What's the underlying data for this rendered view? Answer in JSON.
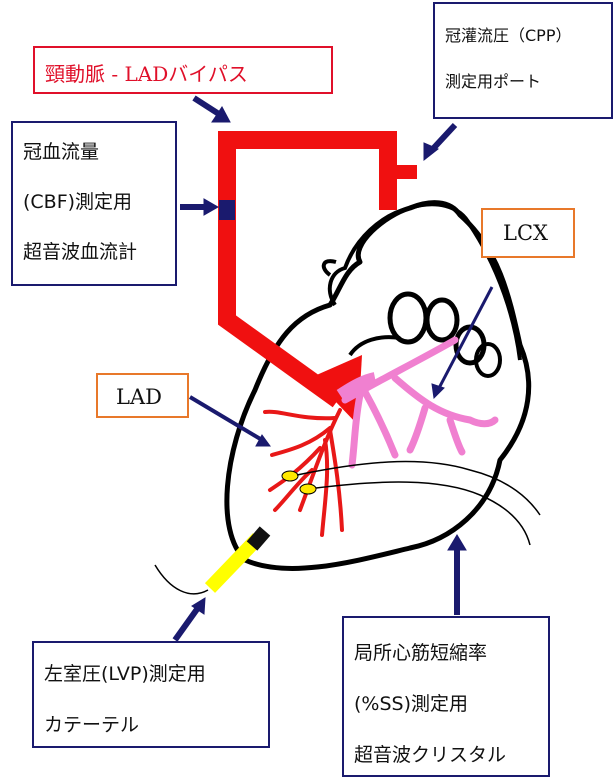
{
  "labels": {
    "bypass_title": "頸動脈 - LADバイパス",
    "cpp_port": [
      "冠灌流圧（CPP）",
      "測定用ポート"
    ],
    "cbf_meter": [
      "冠血流量",
      "(CBF)測定用",
      "超音波血流計"
    ],
    "lcx": "LCX",
    "lad": "LAD",
    "lvp_catheter": [
      "左室圧(LVP)測定用",
      "カテーテル"
    ],
    "ss_crystal": [
      "局所心筋短縮率",
      "(%SS)測定用",
      "超音波クリスタル"
    ]
  },
  "colors": {
    "navy": "#1a1a6e",
    "bypass_red": "#f01010",
    "lad_artery": "#e81818",
    "lcx_artery": "#f080d0",
    "catheter": "#ffff00",
    "crystal": "#ffe800",
    "outline": "#000000",
    "box_orange": "#e8782a",
    "title_red": "#e0102a"
  }
}
